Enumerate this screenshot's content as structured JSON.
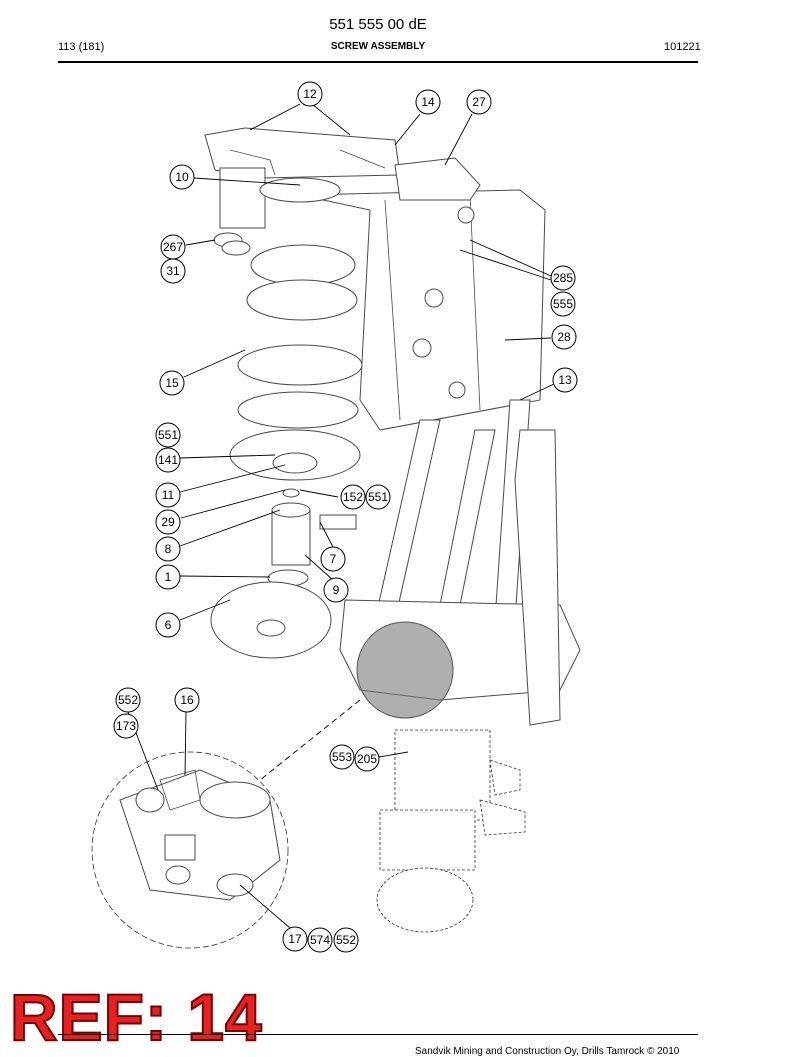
{
  "header": {
    "doc_number": "551 555 00 dE",
    "page": "113 (181)",
    "title": "SCREW ASSEMBLY",
    "code": "101221"
  },
  "callouts": [
    {
      "id": "12",
      "label": "12"
    },
    {
      "id": "14",
      "label": "14"
    },
    {
      "id": "27",
      "label": "27"
    },
    {
      "id": "10",
      "label": "10"
    },
    {
      "id": "267",
      "label": "267"
    },
    {
      "id": "31",
      "label": "31"
    },
    {
      "id": "285",
      "label": "285"
    },
    {
      "id": "555",
      "label": "555"
    },
    {
      "id": "28",
      "label": "28"
    },
    {
      "id": "13",
      "label": "13"
    },
    {
      "id": "15",
      "label": "15"
    },
    {
      "id": "551a",
      "label": "551"
    },
    {
      "id": "141",
      "label": "141"
    },
    {
      "id": "11",
      "label": "11"
    },
    {
      "id": "152",
      "label": "152"
    },
    {
      "id": "551b",
      "label": "551"
    },
    {
      "id": "29",
      "label": "29"
    },
    {
      "id": "8",
      "label": "8"
    },
    {
      "id": "7",
      "label": "7"
    },
    {
      "id": "1",
      "label": "1"
    },
    {
      "id": "9",
      "label": "9"
    },
    {
      "id": "6",
      "label": "6"
    },
    {
      "id": "552a",
      "label": "552"
    },
    {
      "id": "16",
      "label": "16"
    },
    {
      "id": "173",
      "label": "173"
    },
    {
      "id": "553",
      "label": "553"
    },
    {
      "id": "205",
      "label": "205"
    },
    {
      "id": "17",
      "label": "17"
    },
    {
      "id": "574",
      "label": "574"
    },
    {
      "id": "552b",
      "label": "552"
    }
  ],
  "ref_stamp": "REF: 14",
  "footer": {
    "copyright": "Sandvik Mining and Construction Oy, Drills Tamrock © 2010"
  },
  "colors": {
    "stamp": "#e32222",
    "highlight": "#7a7a7a"
  }
}
